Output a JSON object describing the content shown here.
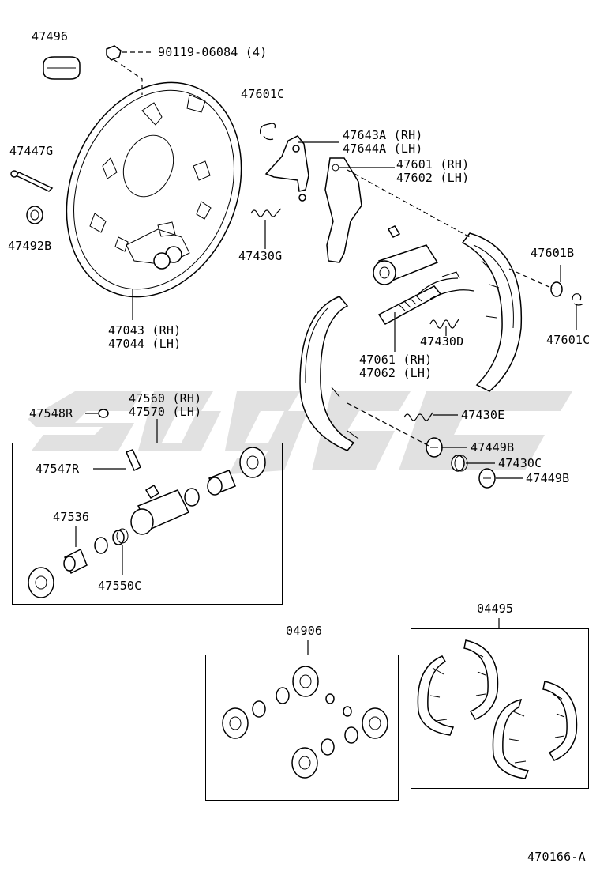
{
  "labels": {
    "p47496": "47496",
    "p90119": "90119-06084 (4)",
    "p47447g": "47447G",
    "p47492b": "47492B",
    "p47043": "47043 (RH)",
    "p47044": "47044 (LH)",
    "p47601c_top": "47601C",
    "p47643a": "47643A (RH)",
    "p47644a": "47644A (LH)",
    "p47601": "47601 (RH)",
    "p47602": "47602 (LH)",
    "p47430g": "47430G",
    "p47601b": "47601B",
    "p47601c_right": "47601C",
    "p47430d": "47430D",
    "p47061": "47061 (RH)",
    "p47062": "47062 (LH)",
    "p47560": "47560 (RH)",
    "p47570": "47570 (LH)",
    "p47548r": "47548R",
    "p47430e": "47430E",
    "p47547r": "47547R",
    "p47449b_1": "47449B",
    "p47430c": "47430C",
    "p47449b_2": "47449B",
    "p47536": "47536",
    "p47550c": "47550C",
    "p04906": "04906",
    "p04495": "04495",
    "catalog_ref": "470166-A"
  },
  "colors": {
    "line": "#000000",
    "background": "#ffffff",
    "watermark": "#c9c9c9"
  }
}
